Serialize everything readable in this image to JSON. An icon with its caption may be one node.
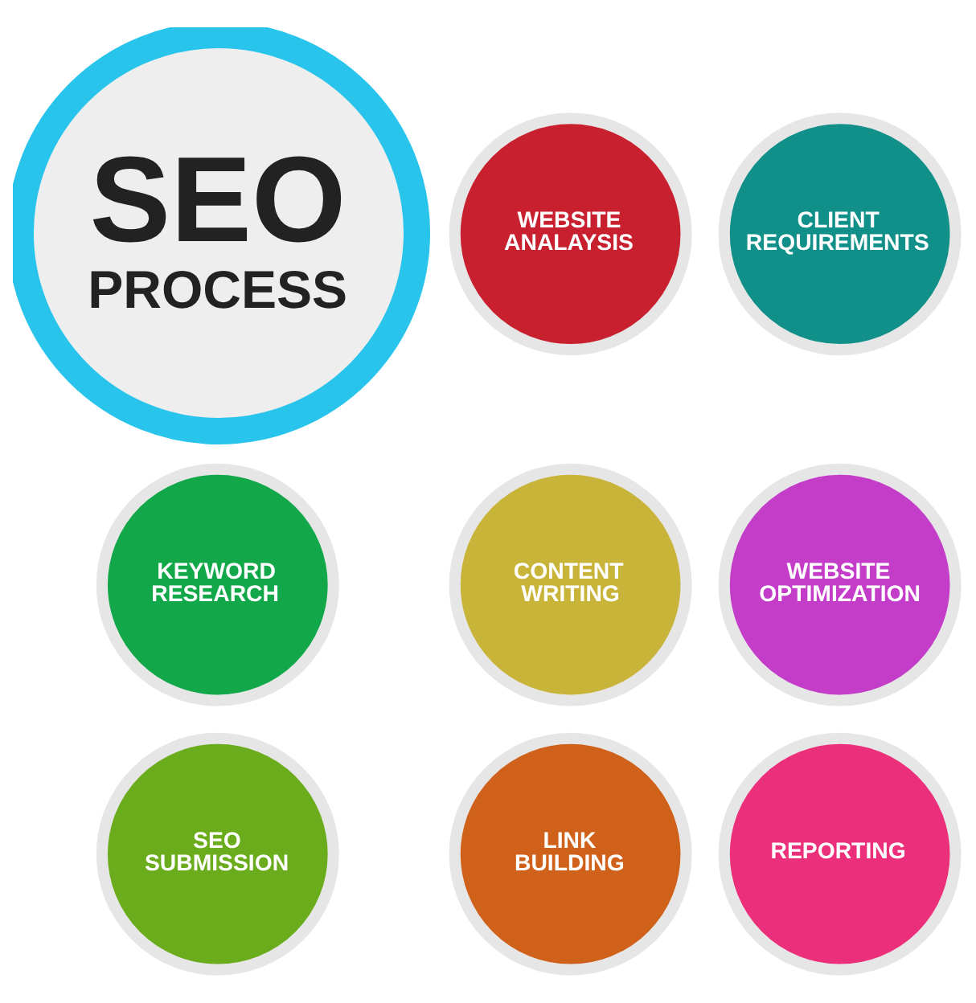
{
  "diagram": {
    "nodes": [
      {
        "text": [
          "SEO",
          "PROCESS"
        ]
      },
      {
        "text": [
          "WEBSITE ANALAYSIS"
        ]
      },
      {
        "text": [
          "CLIENT REQUIREMENTS"
        ]
      },
      {
        "text": [
          "KEYWORD RESEARCH"
        ]
      },
      {
        "text": [
          "CONTENT WRITING"
        ]
      },
      {
        "text": [
          "WEBSITE OPTIMIZATION"
        ]
      },
      {
        "text": [
          "SEO SUBMISSION"
        ]
      },
      {
        "text": [
          "LINK BUILDING"
        ]
      },
      {
        "text": [
          "REPORTING"
        ]
      }
    ]
  }
}
